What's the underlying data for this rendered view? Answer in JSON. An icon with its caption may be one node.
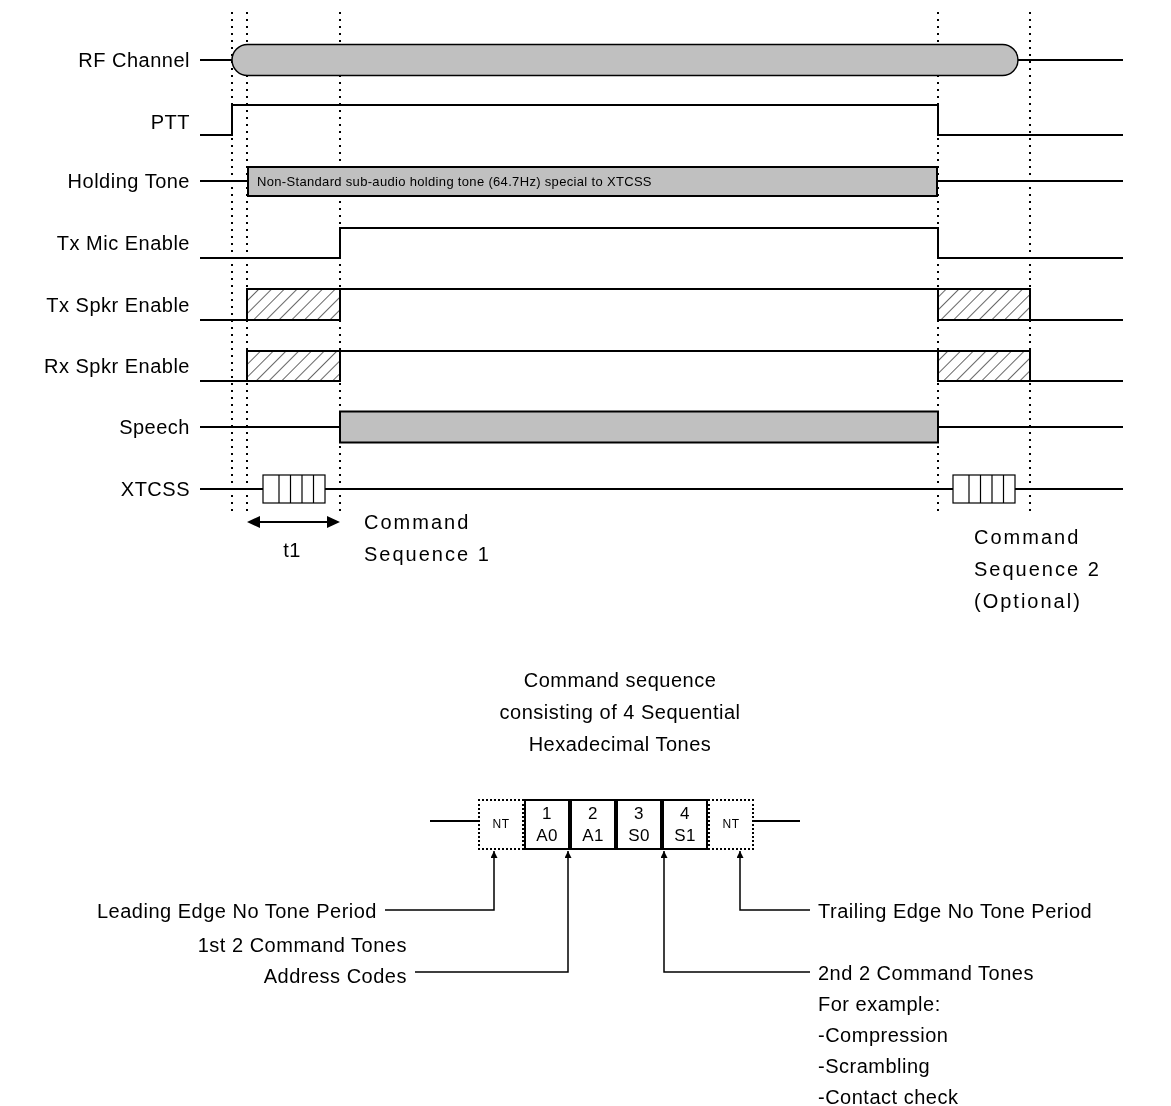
{
  "diagram": {
    "nodes": [
      {
        "text": [
          "Non-Standard sub-audio holding tone (64.7Hz) special to XTCSS"
        ]
      },
      {
        "text": [
          "NT"
        ]
      },
      {
        "text": [
          "1",
          "A0"
        ]
      },
      {
        "text": [
          "2",
          "A1"
        ]
      },
      {
        "text": [
          "3",
          "S0"
        ]
      },
      {
        "text": [
          "4",
          "S1"
        ]
      },
      {
        "text": [
          "NT"
        ]
      },
      {
        "text": [
          "Leading Edge No Tone Period"
        ]
      },
      {
        "text": [
          "1st 2 Command Tones Address Codes"
        ]
      },
      {
        "text": [
          "2nd 2 Command Tones",
          "For example:",
          "-Compression",
          "-Scrambling",
          "-Contact check"
        ]
      },
      {
        "text": [
          "Trailing Edge No Tone Period"
        ]
      }
    ],
    "edges": [
      {
        "from": 7,
        "to": 1,
        "arrow": "to"
      },
      {
        "from": 8,
        "to": 2,
        "arrow": "to"
      },
      {
        "from": 9,
        "to": 4,
        "arrow": "to"
      },
      {
        "from": 10,
        "to": 6,
        "arrow": "to"
      }
    ],
    "labels": [
      "RF Channel",
      "PTT",
      "Holding Tone",
      "Tx Mic Enable",
      "Tx Spkr Enable",
      "Rx Spkr Enable",
      "Speech",
      "XTCSS",
      "t1",
      "Command Sequence 1",
      "Command Sequence 2 (Optional)",
      "Command sequence consisting of 4 Sequential Hexadecimal Tones"
    ]
  }
}
